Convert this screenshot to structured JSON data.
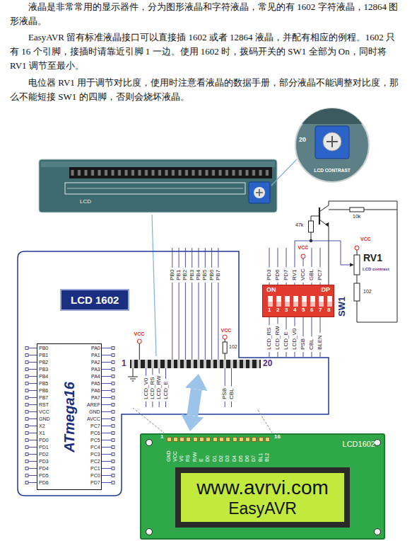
{
  "diagram": {
    "nodes": [
      {
        "text": [
          "LCD 1602"
        ]
      },
      {
        "text": [
          "ATmega16"
        ]
      },
      {
        "text": [
          "1",
          "20"
        ]
      },
      {
        "text": [
          "ON",
          "DP"
        ]
      },
      {
        "text": [
          "LCD1602"
        ]
      },
      {
        "text": [
          "www.avrvi.com",
          "EasyAVR"
        ],
        "in": 4
      }
    ],
    "edges": [
      {
        "from": 2,
        "to": 4,
        "arrow": "both"
      }
    ],
    "labels": [
      "液晶是非常常用的显示器件，分为图形液晶和字符液晶，常见的有 1602 字符液晶，12864 图形液晶。",
      "EasyAVR 留有标准液晶接口可以直接插 1602 或者 12864 液晶，并配有相应的例程。1602 只有 16 个引脚，接插时请靠近引脚 1 一边。使用 1602 时，拨码开关的 SW1 全部为 On，同时将 RV1 调节至最小。",
      "电位器 RV1 用于调节对比度，使用时注意看液晶的数据手册，部分液晶不能调整对比度，那么不能短接 SW1 的四脚，否则会烧坏液晶。",
      "LCD",
      "LCD CONTRAST",
      "20",
      "10k",
      "47k",
      "VCC",
      "RV1",
      "LCD contrast",
      "102",
      "PB0",
      "PB1",
      "PB2",
      "PB3",
      "PB4",
      "PB5",
      "PB6",
      "PB7",
      "PD3",
      "PD6",
      "PD7",
      "RV1",
      "VCC",
      "GBL",
      "PC7",
      "VCC",
      "1",
      "2",
      "3",
      "4",
      "5",
      "6",
      "7",
      "8",
      "SW1",
      "LCD_RS",
      "LCD_RW",
      "LCD_E",
      "LCD_V0",
      "PSB",
      "CBL",
      "BLEN",
      "VCC",
      "VCC",
      "102",
      "LCD_V0",
      "LCD_RS",
      "LCD_RW",
      "LCD_E",
      "PSB",
      "CBL",
      "PB0",
      "PB1",
      "PB2",
      "PB3",
      "PB4",
      "PB5",
      "PB6",
      "PB7",
      "RST",
      "VCC",
      "GND",
      "X2",
      "X1",
      "PD0",
      "PD1",
      "PD2",
      "PD3",
      "PD4",
      "PD5",
      "PD6",
      "PA0",
      "PA1",
      "PA2",
      "PA3",
      "PA4",
      "PA5",
      "PA6",
      "PA7",
      "AREF",
      "GND",
      "AVCC",
      "PC7",
      "PC6",
      "PC5",
      "PC4",
      "PC3",
      "PC2",
      "PC1",
      "PC0",
      "PD7",
      "GND",
      "VCC",
      "V0",
      "RS",
      "R/W",
      "E",
      "D0",
      "D1",
      "D2",
      "D3",
      "D4",
      "D5",
      "D6",
      "D7",
      "BL1",
      "BL2",
      "1",
      "16"
    ]
  }
}
